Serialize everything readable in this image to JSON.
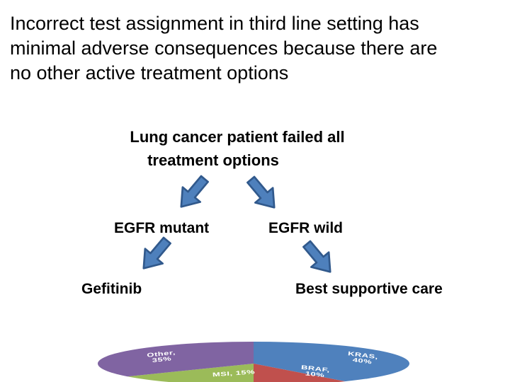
{
  "slide": {
    "title_lines": [
      "Incorrect test assignment in third line setting has",
      "minimal adverse consequences because there are",
      "no other active treatment options"
    ]
  },
  "flowchart": {
    "root": {
      "line1": "Lung cancer patient failed all",
      "line2": "treatment options"
    },
    "branches": {
      "left": "EGFR mutant",
      "right": "EGFR wild"
    },
    "outcomes": {
      "left": "Gefitinib",
      "right": "Best supportive care"
    }
  },
  "chart_data": {
    "type": "pie",
    "title": "",
    "style": "3d-perspective ellipse pie, clipped at the bottom edge of the slide, white bold labels inside slices",
    "start_angle_deg": 0,
    "direction": "clockwise",
    "slices": [
      {
        "name": "KRAS",
        "value": 40,
        "label": "KRAS, 40%",
        "color": "#4F81BD"
      },
      {
        "name": "BRAF",
        "value": 10,
        "label": "BRAF, 10%",
        "color": "#C0504D"
      },
      {
        "name": "MSI",
        "value": 15,
        "label": "MSI, 15%",
        "color": "#9BBB59"
      },
      {
        "name": "Other",
        "value": 35,
        "label": "Other, 35%",
        "color": "#8064A2"
      }
    ]
  },
  "colors": {
    "background": "#FFFFFF",
    "text": "#000000",
    "arrow_fill": "#4E80BC",
    "arrow_border": "#31598C"
  }
}
